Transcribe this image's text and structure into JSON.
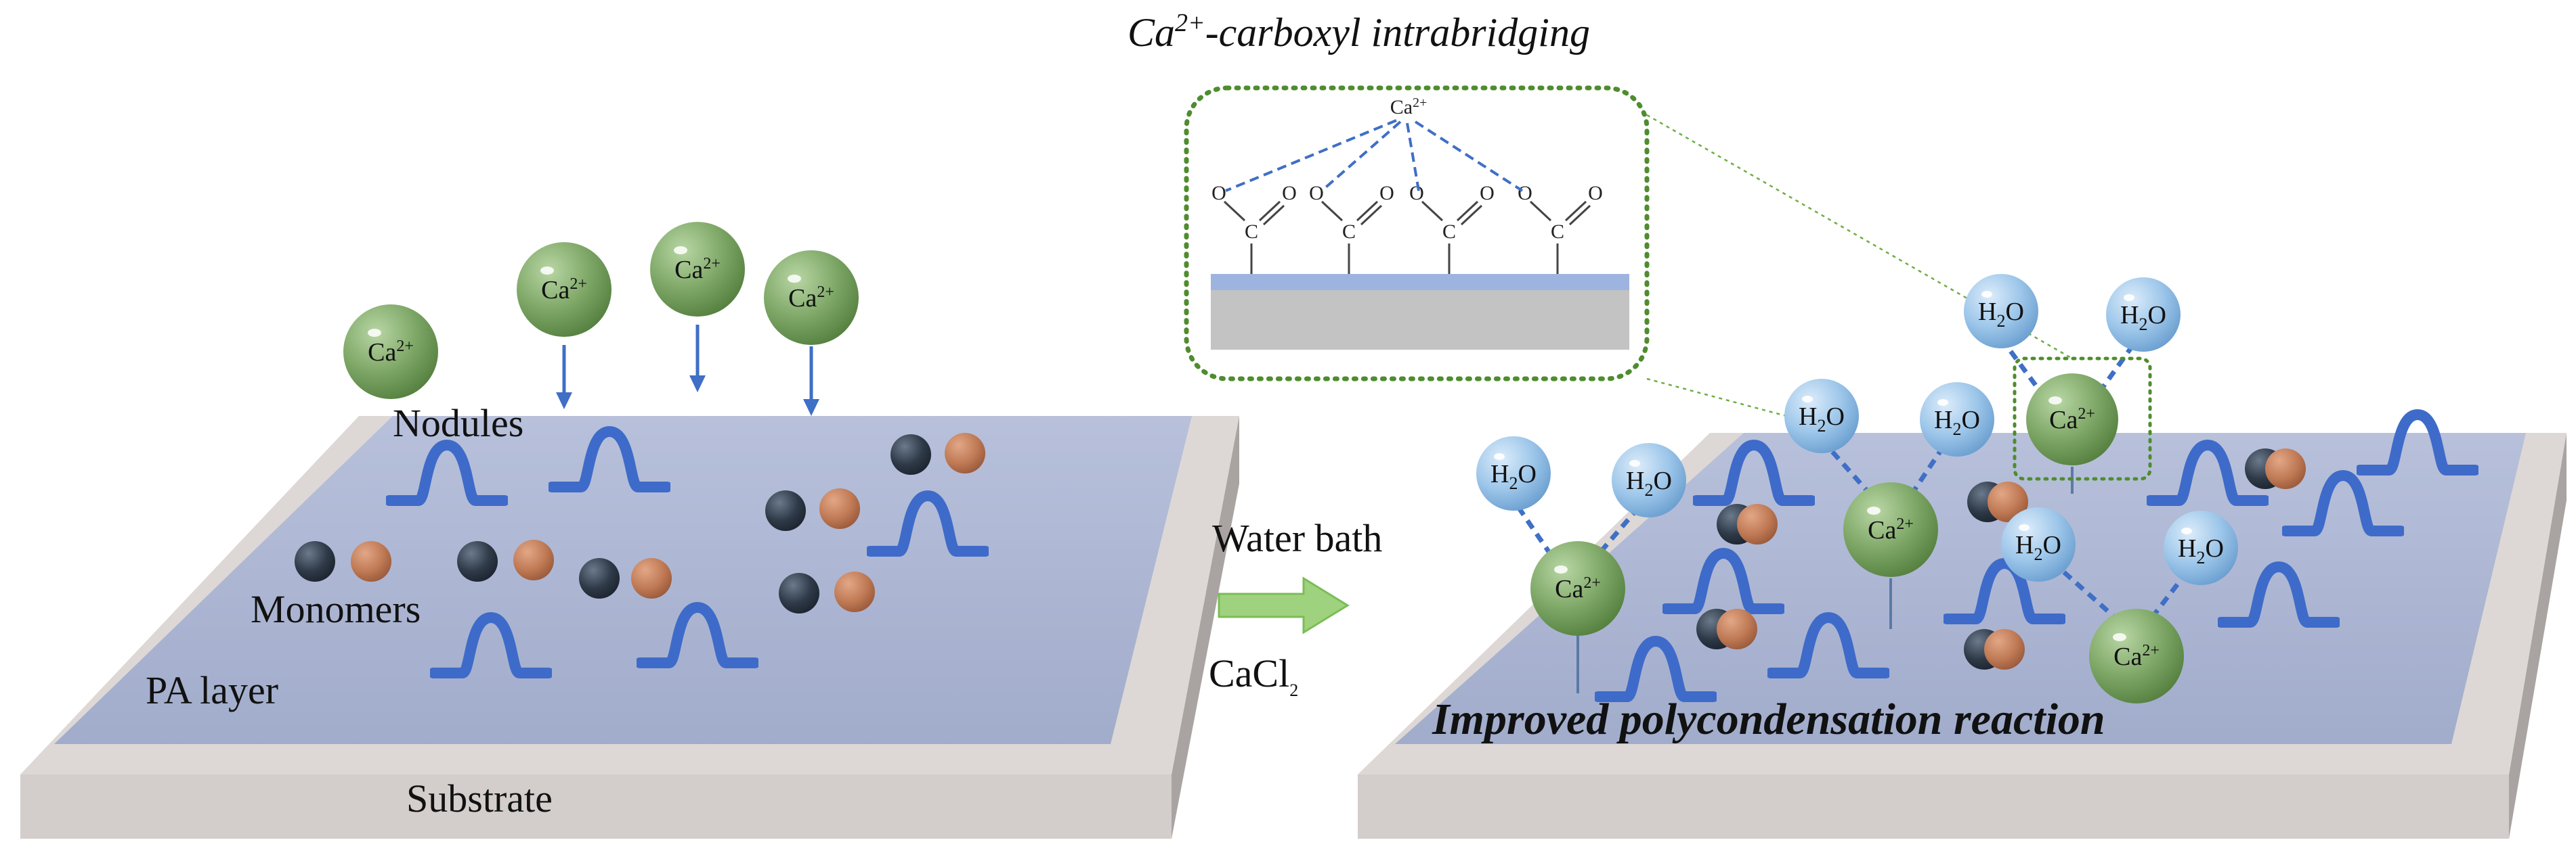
{
  "title": "Ca²⁺-carboxyl intrabridging",
  "title_base": "Ca",
  "title_sup": "2+",
  "title_rest": "-carboxyl intrabridging",
  "labels": {
    "nodules": "Nodules",
    "monomers": "Monomers",
    "pa_layer": "PA layer",
    "substrate": "Substrate",
    "water_bath": "Water bath",
    "cacl2_base": "CaCl",
    "cacl2_sub": "2",
    "improved": "Improved polycondensation reaction"
  },
  "ion": {
    "base": "Ca",
    "sup": "2+"
  },
  "water": {
    "h": "H",
    "sub": "2",
    "o": "O"
  },
  "inset": {
    "ca_base": "Ca",
    "ca_sup": "2+",
    "atom_o": "O",
    "atom_c": "C"
  },
  "colors": {
    "ca_sphere": "#7fa868",
    "ca_sphere_dark": "#5b8746",
    "water_sphere": "#9ec7ea",
    "water_sphere_dark": "#6fa4d4",
    "monomer_dark": "#2f3a48",
    "monomer_orange": "#c07a55",
    "pa_layer": "#a7b3d1",
    "substrate_side": "#cbc6c3",
    "nodule": "#3e6bc9",
    "arrow_blue": "#3f6fc6",
    "dotted_green": "#4f8c2e",
    "green_arrow": "#9fd27e"
  }
}
